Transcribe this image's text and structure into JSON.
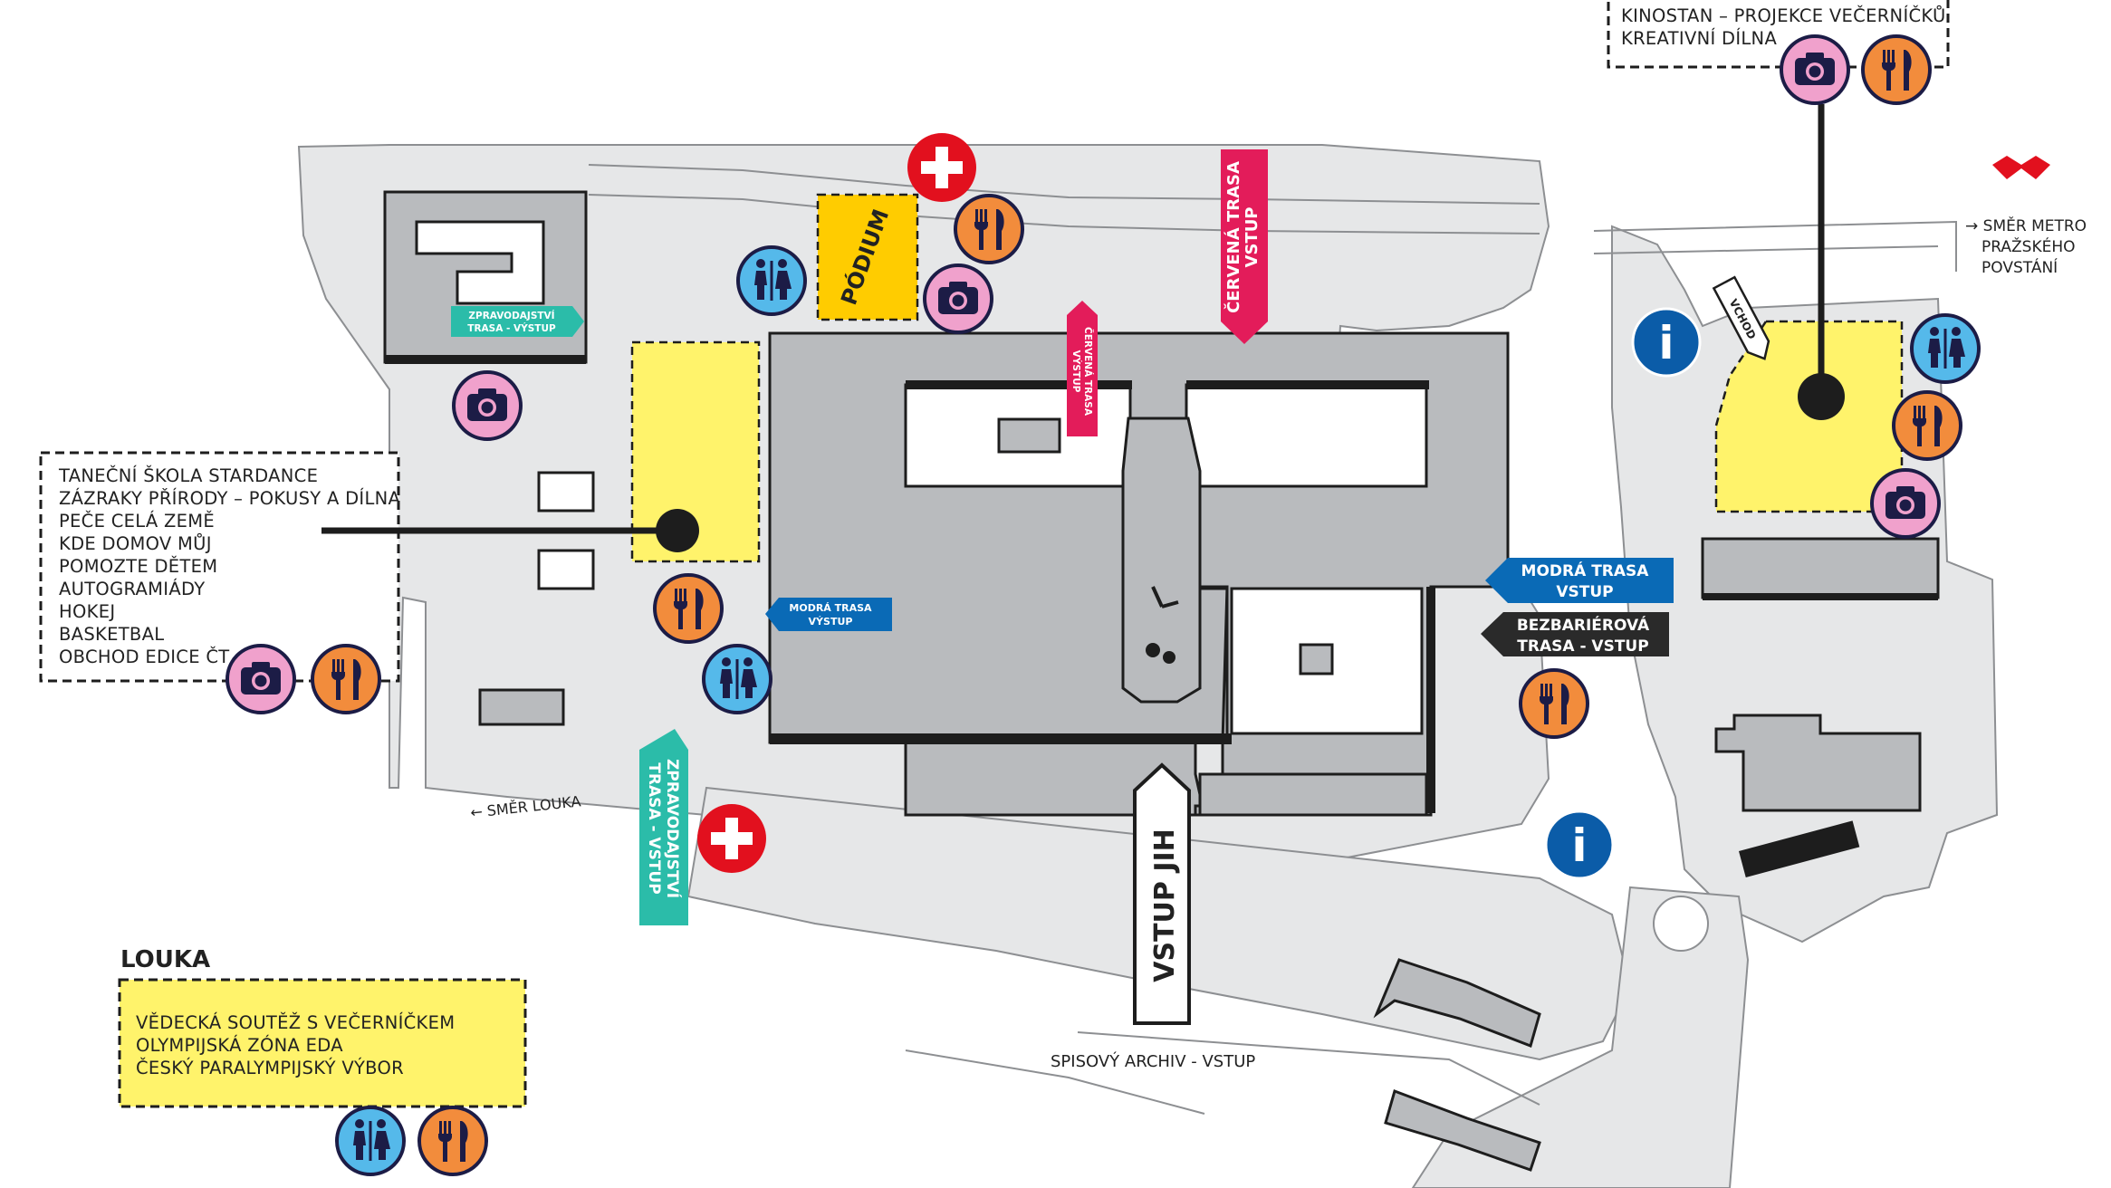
{
  "map": {
    "program_boxes": {
      "top_right": [
        "KINOSTAN – PROJEKCE VEČERNÍČKŮ",
        "KREATIVNÍ DÍLNA"
      ],
      "left": [
        "TANEČNÍ ŠKOLA STARDANCE",
        "ZÁZRAKY PŘÍRODY – POKUSY A DÍLNA",
        "PEČE CELÁ ZEMĚ",
        "KDE DOMOV MŮJ",
        "POMOZTE DĚTEM",
        "AUTOGRAMIÁDY",
        "HOKEJ",
        "BASKETBAL",
        "OBCHOD EDICE ČT"
      ],
      "louka_title": "LOUKA",
      "louka": [
        "VĚDECKÁ SOUTĚŽ S VEČERNÍČKEM",
        "OLYMPIJSKÁ ZÓNA EDA",
        "ČESKÝ PARALYMPIJSKÝ VÝBOR"
      ]
    },
    "podium": "PÓDIUM",
    "vchod": "VCHOD",
    "vstup_jih": "VSTUP JIH",
    "spisovy_archiv": "SPISOVÝ ARCHIV - VSTUP",
    "smer_louka": "← SMĚR LOUKA",
    "smer_metro": [
      "→ SMĚR METRO",
      "PRAŽSKÉHO",
      "POVSTÁNÍ"
    ],
    "routes": {
      "zpravodajstvi_vystup": [
        "ZPRAVODAJSTVÍ",
        "TRASA - VÝSTUP"
      ],
      "zpravodajstvi_vstup": [
        "ZPRAVODAJSTVÍ",
        "TRASA - VSTUP"
      ],
      "cervena_vstup": [
        "ČERVENÁ TRASA",
        "VSTUP"
      ],
      "cervena_vystup": [
        "ČERVENÁ TRASA",
        "VÝSTUP"
      ],
      "modra_vystup": [
        "MODRÁ TRASA",
        "VÝSTUP"
      ],
      "modra_vstup": [
        "MODRÁ TRASA",
        "VSTUP"
      ],
      "bezbarierova_vstup": [
        "BEZBARIÉROVÁ",
        "TRASA - VSTUP"
      ]
    },
    "icon_symbols": {
      "info": "i"
    },
    "colors": {
      "building": "#b9bbbe",
      "ground": "#e6e7e8",
      "zone_yellow": "#fff36b",
      "podium": "#ffcc00",
      "teal_route": "#2bbca9",
      "red_route": "#e31c5a",
      "blue_route": "#0a6ab6",
      "dark_route": "#2a2a2a",
      "camera_icon_bg": "#f0a1cc",
      "food_icon_bg": "#f28c3c",
      "wc_icon_bg": "#55b9ea",
      "info_icon_bg": "#0b5ca8",
      "first_aid": "#e2101e"
    }
  }
}
